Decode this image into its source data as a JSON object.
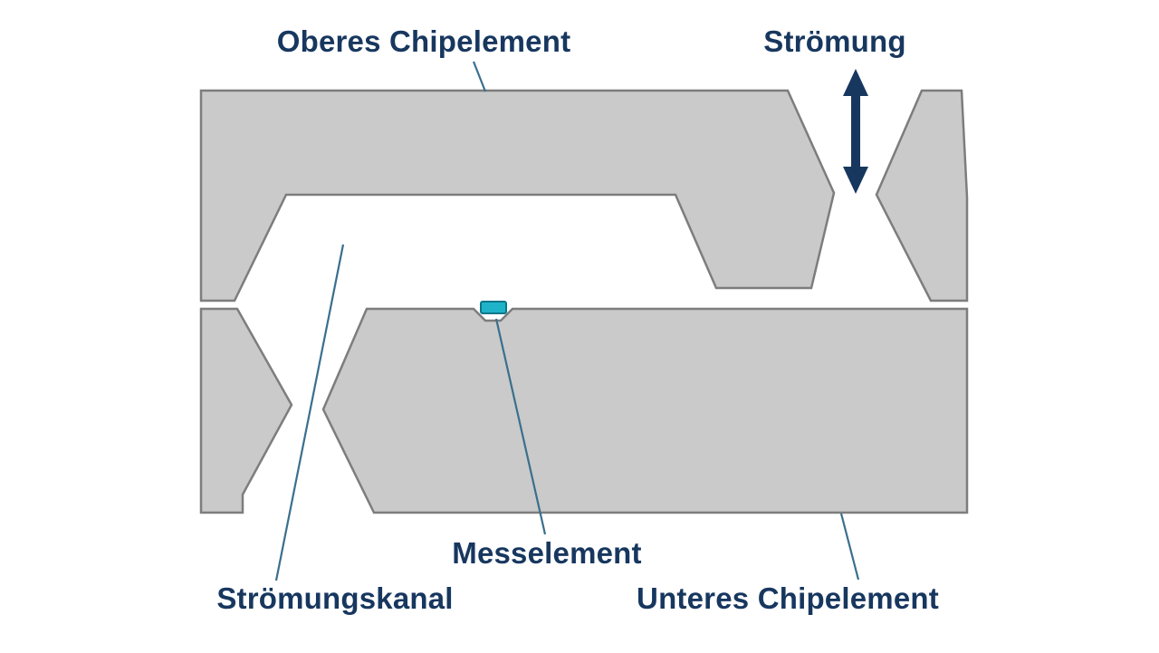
{
  "diagram": {
    "labels": {
      "upper_chip": "Oberes Chipelement",
      "flow": "Strömung",
      "sensor": "Messelement",
      "flow_channel": "Strömungskanal",
      "lower_chip": "Unteres Chipelement"
    },
    "colors": {
      "chip_fill": "#c9cac9",
      "chip_stroke": "#7d7d7d",
      "label_text": "#17375f",
      "arrow": "#17375f",
      "leader_line": "#3a6f8f",
      "sensor_fill": "#1fb3c9",
      "sensor_stroke": "#0a7689",
      "background": "#ffffff"
    }
  }
}
